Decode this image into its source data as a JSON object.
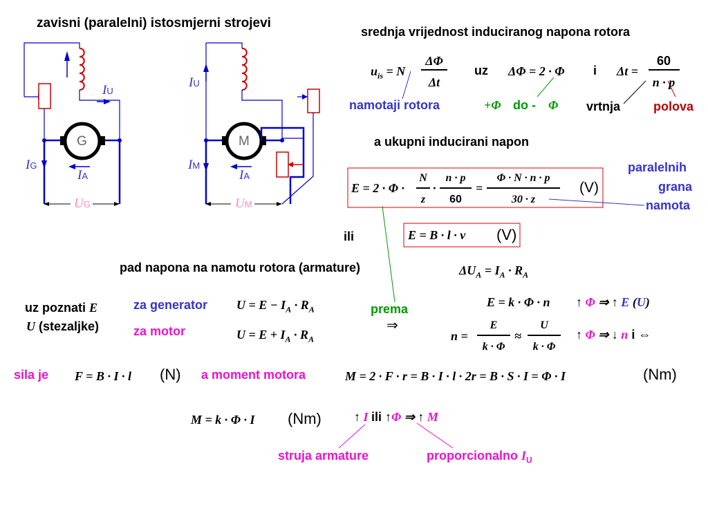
{
  "title": "zavisni (paralelni) istosmjerni strojevi",
  "circuits": {
    "generator": {
      "machine": "G",
      "i_u": "I",
      "i_u_sub": "U",
      "i_g": "I",
      "i_g_sub": "G",
      "i_a": "I",
      "i_a_sub": "A",
      "u": "U",
      "u_sub": "G"
    },
    "motor": {
      "machine": "M",
      "i_u": "I",
      "i_u_sub": "U",
      "i_m": "I",
      "i_m_sub": "M",
      "i_a": "I",
      "i_a_sub": "A",
      "u": "U",
      "u_sub": "M"
    }
  },
  "section1": {
    "heading": "srednja vrijednost induciranog napona rotora",
    "formula1": {
      "lhs": "u",
      "lhs_sub": "is",
      "eq": "= N",
      "num": "ΔΦ",
      "den": "Δt"
    },
    "uz": "uz",
    "formula2": "ΔΦ = 2 · Φ",
    "i": "i",
    "formula3": {
      "lhs": "Δt =",
      "num": "60",
      "den": "n · p"
    },
    "label_namotaji": "namotaji rotora",
    "label_phi_plus": "+Φ",
    "label_do": "do -",
    "label_phi_minus": "Φ",
    "label_vrtnja": "vrtnja",
    "label_polova": "polova"
  },
  "section2": {
    "heading": "a ukupni inducirani napon",
    "formula_e": {
      "lhs": "E = 2 · Φ ·",
      "f1_num": "N",
      "f1_den": "z",
      "dot": "·",
      "f2_num": "n · p",
      "f2_den": "60",
      "eq": "=",
      "f3_num": "Φ · N · n · p",
      "f3_den": "30 · z",
      "unit": "(V)"
    },
    "label_paralelnih": [
      "paralelnih",
      "grana",
      "namota"
    ],
    "ili": "ili",
    "formula_bl": "E = B · l · v",
    "formula_bl_unit": "(V)"
  },
  "section3": {
    "heading": "pad napona na namotu rotora (armature)",
    "formula_du": "ΔU",
    "formula_du_sub": "A",
    "formula_du_rhs": "= I",
    "formula_du_rhs_sub": "A",
    "formula_du_r": "· R",
    "formula_du_r_sub": "A",
    "uz_poznati": "uz poznati",
    "uz_e": "E",
    "uz_u": "U",
    "stezaljke": "(stezaljke)",
    "za_generator": "za generator",
    "za_motor": "za motor",
    "gen_formula": "U = E − I",
    "mot_formula": "U = E + I",
    "sub_a": "A",
    "ra": "· R",
    "prema": "prema",
    "arrow": "⇒",
    "ekphi": "E = k · Φ · n",
    "ekphi_tail": "↑ Φ ⇒ ↑ E (U)",
    "n_eq": "n =",
    "n_f1_num": "E",
    "n_f1_den": "k · Φ",
    "approx": "≈",
    "n_f2_num": "U",
    "n_f2_den": "k · Φ",
    "n_tail": "↑ Φ ⇒ ↓ n",
    "n_tail_i": "i ⇔"
  },
  "section4": {
    "sila_je": "sila je",
    "force": "F = B · I · l",
    "force_unit": "(N)",
    "a_moment": "a moment motora",
    "moment": "M = 2 · F · r = B · I · l · 2r = B · S · I = Φ · I",
    "moment_unit": "(Nm)",
    "mk": "M = k · Φ · I",
    "mk_unit": "(Nm)",
    "tail_arrow1": "↑",
    "tail_i": "I",
    "tail_ili": "ili ↑",
    "tail_phi": "Φ",
    "tail_arrow2": "⇒ ↑",
    "tail_m": "M",
    "struja": "struja armature",
    "proporcionalno": "proporcionalno",
    "prop_i": "I",
    "prop_sub": "U"
  },
  "colors": {
    "wire_blue": "#0000cc",
    "label_blue": "#3333cc",
    "magenta": "#ee11cc",
    "green": "#009900",
    "dark_red": "#bb0000",
    "resistor_red": "#cc0000",
    "box_red": "#dd0000",
    "u_pink": "#ff88cc"
  }
}
